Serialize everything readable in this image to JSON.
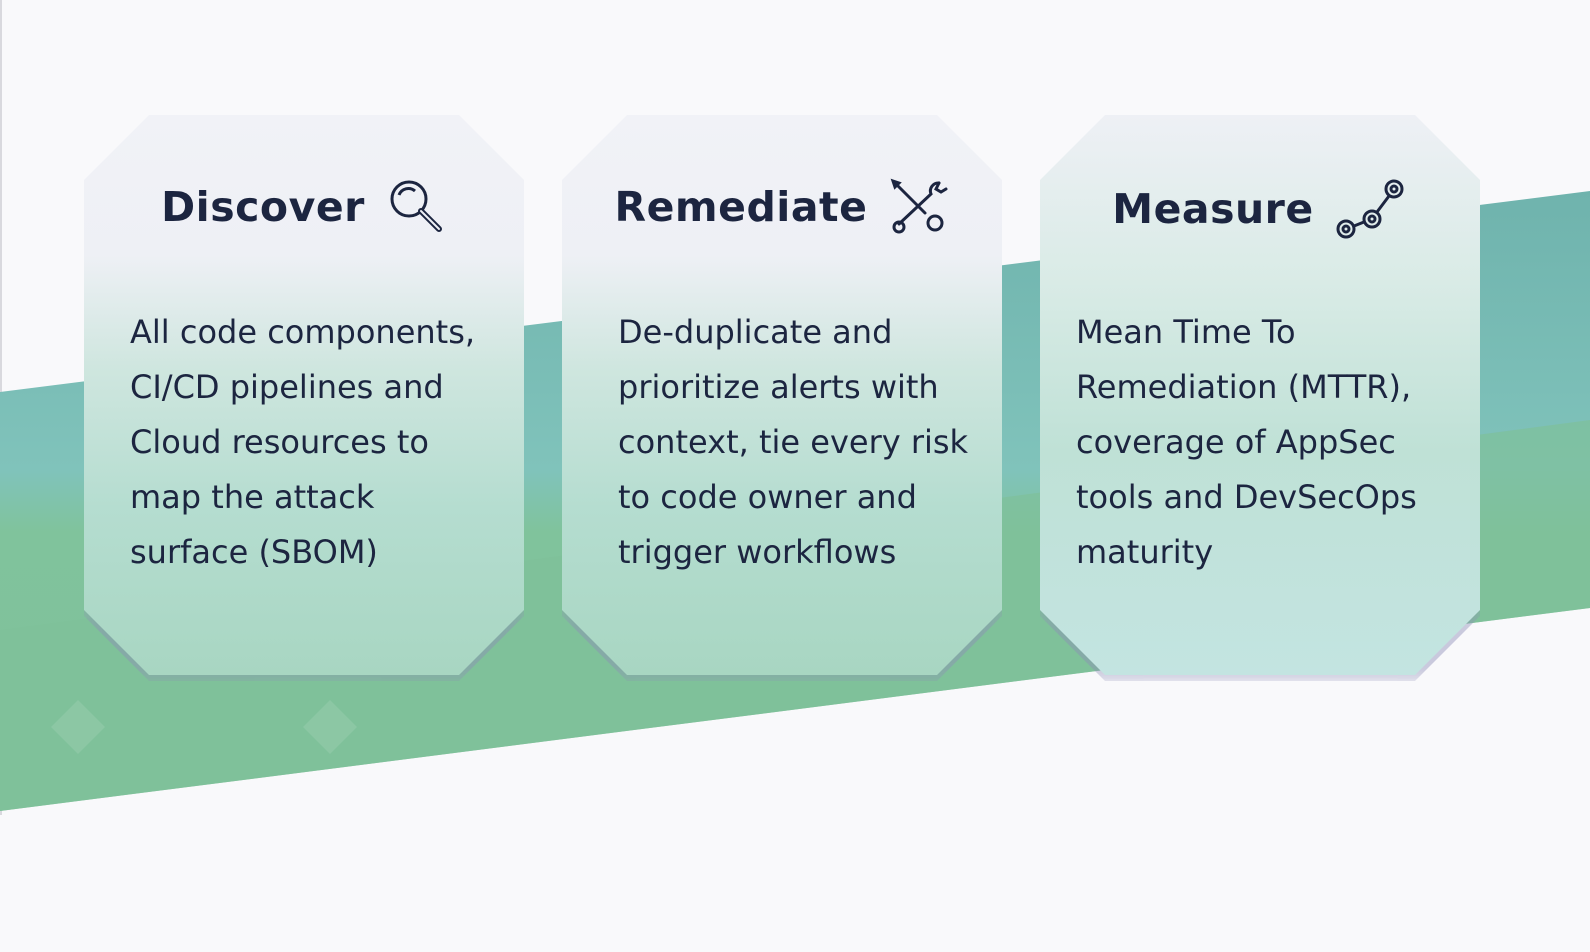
{
  "cards": [
    {
      "title": "Discover",
      "icon": "magnifier-icon",
      "lines": [
        "All code components,",
        "CI/CD pipelines and",
        "Cloud resources to",
        "map the attack",
        "surface (SBOM)"
      ]
    },
    {
      "title": "Remediate",
      "icon": "tools-icon",
      "lines": [
        "De-duplicate and",
        "prioritize alerts with",
        "context, tie every risk",
        "to code owner and",
        "trigger workflows"
      ]
    },
    {
      "title": "Measure",
      "icon": "graph-nodes-icon",
      "lines": [
        "Mean Time To",
        "Remediation (MTTR),",
        "coverage of AppSec",
        "tools and DevSecOps",
        "maturity"
      ]
    }
  ],
  "colors": {
    "band_teal": "#7fc1b8",
    "band_green": "#7fc19a",
    "text": "#1c2540"
  }
}
